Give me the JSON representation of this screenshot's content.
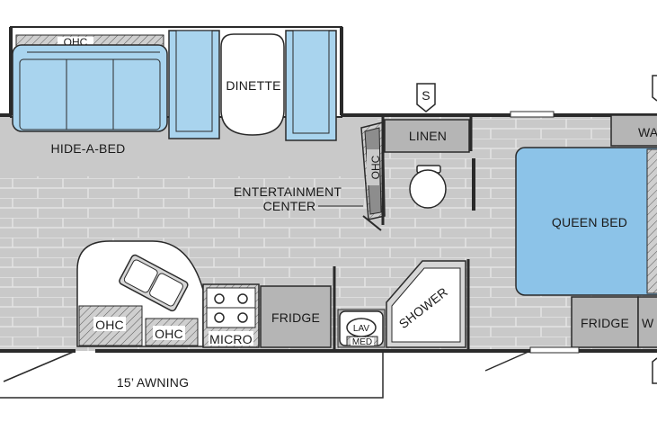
{
  "labels": {
    "ohc_top": "OHC",
    "hide_a_bed": "HIDE-A-BED",
    "dinette": "DINETTE",
    "s_marker": "S",
    "linen": "LINEN",
    "wardrobe_partial": "WA",
    "ohc_side": "OHC",
    "entertainment_line1": "ENTERTAINMENT",
    "entertainment_line2": "CENTER",
    "queen_bed": "QUEEN BED",
    "ohc_kitchen_left": "OHC",
    "ohc_kitchen_right": "OHC",
    "micro": "MICRO",
    "fridge_kitchen": "FRIDGE",
    "lav": "LAV",
    "med": "MED",
    "shower": "SHOWER",
    "fridge_bedroom": "FRIDGE",
    "wardrobe_bottom_partial": "W",
    "awning": "15’ AWNING"
  },
  "colors": {
    "floor": "#c9c9c9",
    "tile_line": "#e4e4e4",
    "wall": "#2a2a2a",
    "cushion": "#a9d4ee",
    "bed": "#8cc3e8",
    "cabinet": "#b5b5b5",
    "cabinet_light": "#d6d6d6",
    "white": "#ffffff"
  }
}
